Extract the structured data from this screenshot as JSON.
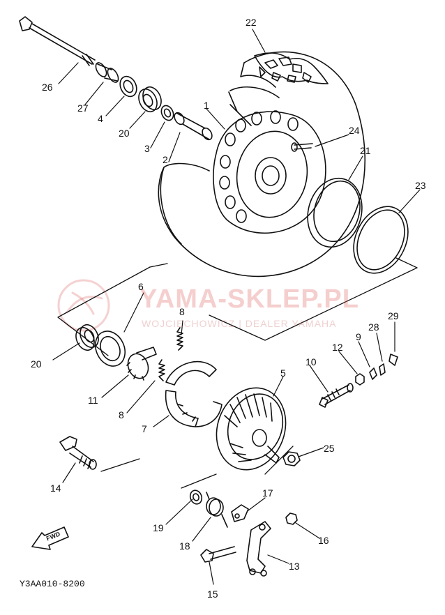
{
  "diagram": {
    "code": "Y3AA010-8200",
    "fwd_label": "FWD",
    "watermark": {
      "brand": "YAMA-SKLEP.PL",
      "dealer": "WOJCIECHOWICZ | DEALER YAMAHA"
    },
    "part_numbers": [
      "1",
      "2",
      "3",
      "4",
      "5",
      "6",
      "7",
      "8",
      "8",
      "9",
      "10",
      "11",
      "12",
      "13",
      "14",
      "15",
      "16",
      "17",
      "18",
      "19",
      "20",
      "20",
      "21",
      "22",
      "23",
      "24",
      "25",
      "26",
      "27",
      "28",
      "29"
    ]
  }
}
